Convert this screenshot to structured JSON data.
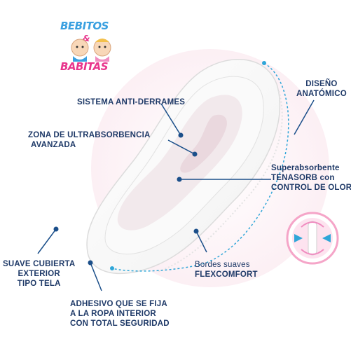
{
  "logo": {
    "line1": "BEBITOS",
    "amp": "&",
    "line2": "BABITAS"
  },
  "labels": {
    "diseno": [
      "DISEÑO",
      "ANATÓMICO"
    ],
    "sistema": [
      "SISTEMA ANTI-DERRAMES"
    ],
    "zona": [
      "ZONA DE ULTRABSORBENCIA",
      "AVANZADA"
    ],
    "superabs": [
      "Superabsorbente",
      "TENASORB con",
      "CONTROL DE OLOR"
    ],
    "suave": [
      "SUAVE CUBIERTA",
      "EXTERIOR",
      "TIPO TELA"
    ],
    "bordes": [
      "Bordes suaves",
      "FLEXCOMFORT"
    ],
    "adhesivo": [
      "ADHESIVO QUE SE FIJA",
      "A LA ROPA INTERIOR",
      "CON TOTAL SEGURIDAD"
    ]
  },
  "colors": {
    "label": "#1f3a68",
    "dot": "#1b4f8a",
    "dash": "#2fa6d8",
    "logo_blue": "#3aa0e0",
    "logo_pink": "#e8348c",
    "badge": "#f5a5c8"
  }
}
